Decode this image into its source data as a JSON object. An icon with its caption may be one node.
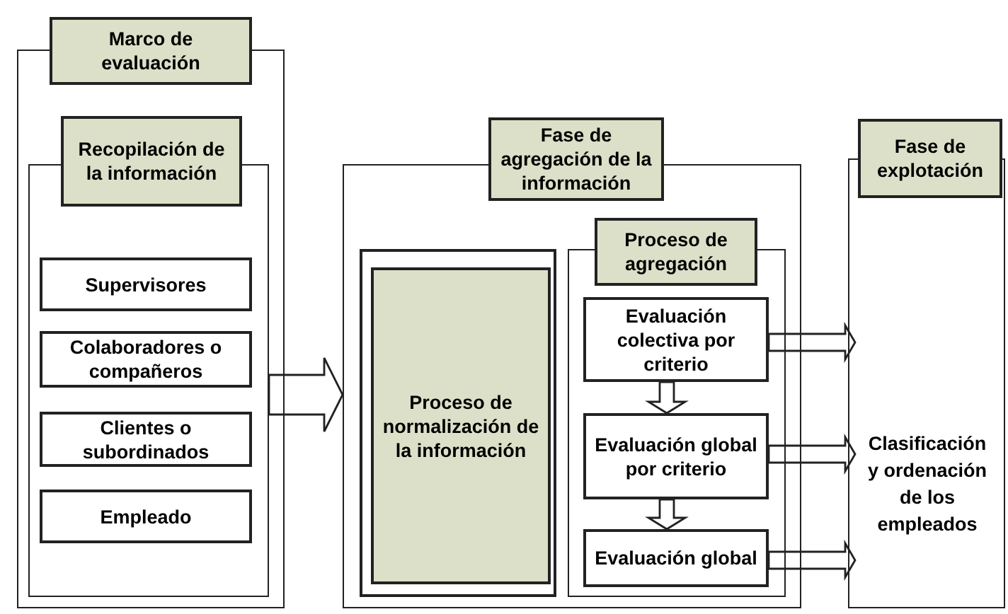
{
  "diagram": {
    "nodes": [
      {
        "text": [
          "Marco de evaluación"
        ]
      },
      {
        "text": [
          "Recopilación de la información"
        ],
        "in": 0
      },
      {
        "text": [
          "Supervisores"
        ],
        "in": 1
      },
      {
        "text": [
          "Colaboradores o compañeros"
        ],
        "in": 1
      },
      {
        "text": [
          "Clientes o subordinados"
        ],
        "in": 1
      },
      {
        "text": [
          "Empleado"
        ],
        "in": 1
      },
      {
        "text": [
          "Fase de agregación de la información"
        ]
      },
      {
        "text": [
          "Proceso de normalización de la información"
        ],
        "in": 6
      },
      {
        "text": [
          "Proceso de agregación"
        ],
        "in": 6
      },
      {
        "text": [
          "Evaluación colectiva por criterio"
        ],
        "in": 8
      },
      {
        "text": [
          "Evaluación global por criterio"
        ],
        "in": 8
      },
      {
        "text": [
          "Evaluación global"
        ],
        "in": 8
      },
      {
        "text": [
          "Fase de explotación"
        ]
      },
      {
        "text": [
          "Clasificación y ordenación de los empleados"
        ],
        "in": 12
      }
    ],
    "edges": [
      {
        "from": 1,
        "to": 6,
        "arrow": "to"
      },
      {
        "from": 9,
        "to": 10,
        "arrow": "to"
      },
      {
        "from": 10,
        "to": 11,
        "arrow": "to"
      },
      {
        "from": 9,
        "to": 13,
        "arrow": "to"
      },
      {
        "from": 10,
        "to": 13,
        "arrow": "to"
      },
      {
        "from": 11,
        "to": 13,
        "arrow": "to"
      }
    ]
  }
}
